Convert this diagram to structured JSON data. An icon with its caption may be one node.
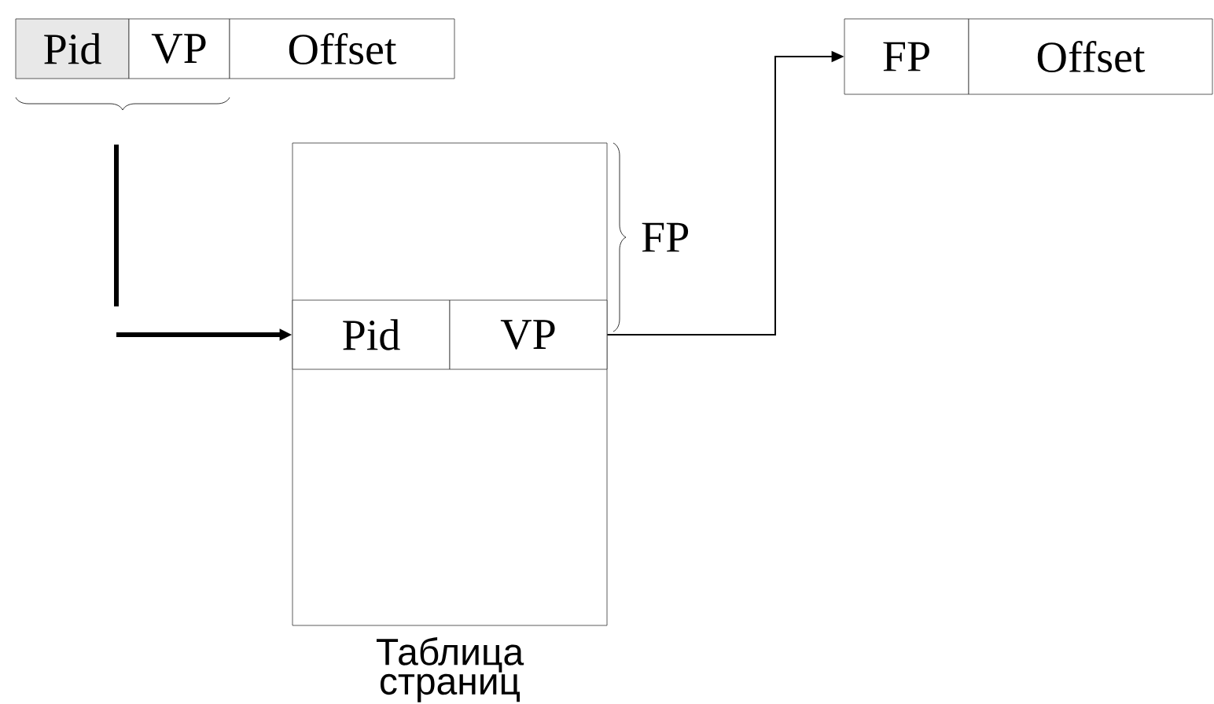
{
  "diagram": {
    "nodes": [
      {
        "text": [
          "Pid"
        ]
      },
      {
        "text": [
          "VP"
        ]
      },
      {
        "text": [
          "Offset"
        ]
      },
      {
        "text": [],
        "shape": "box",
        "beside": [
          "Таблица страниц"
        ]
      },
      {
        "text": [
          "Pid"
        ],
        "in": 3
      },
      {
        "text": [
          "VP"
        ],
        "in": 3
      },
      {
        "text": [
          "FP"
        ]
      },
      {
        "text": [
          "Offset"
        ]
      }
    ],
    "edges": [
      {
        "from": null,
        "to": 4,
        "arrow": "to",
        "style": "thick"
      },
      {
        "from": 5,
        "to": 6,
        "arrow": "to"
      }
    ],
    "labels": [
      "FP"
    ]
  }
}
